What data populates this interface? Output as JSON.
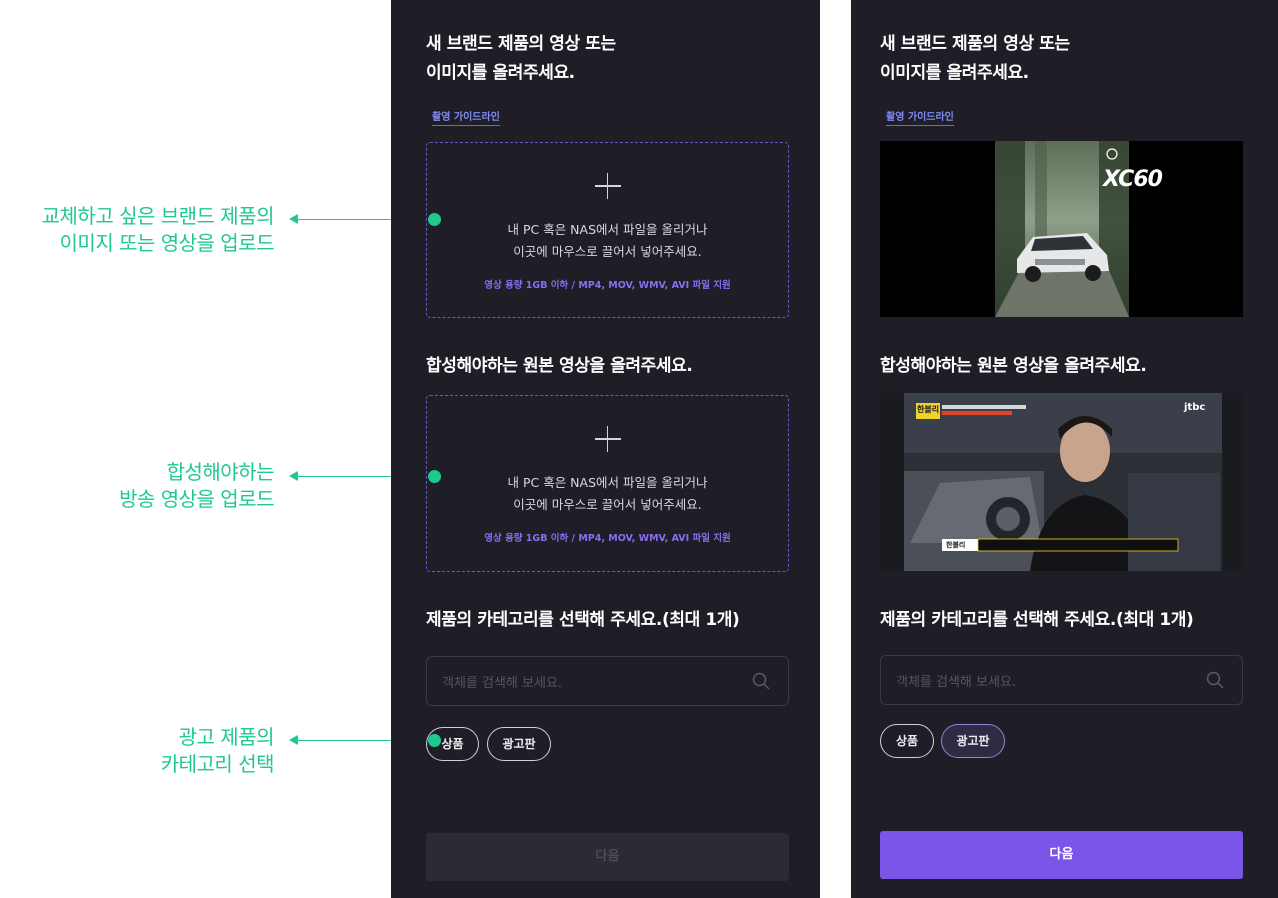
{
  "annotations": [
    {
      "lines": [
        "교체하고 싶은 브랜드 제품의",
        "이미지 또는 영상을 업로드"
      ]
    },
    {
      "lines": [
        "합성해야하는",
        "방송 영상을 업로드"
      ]
    },
    {
      "lines": [
        "광고 제품의",
        "카테고리 선택"
      ]
    }
  ],
  "form": {
    "title_brand_line1": "새 브랜드 제품의 영상 또는",
    "title_brand_line2": "이미지를 올려주세요.",
    "guide_link": "촬영 가이드라인",
    "upload_line1": "내 PC 혹은 NAS에서 파일을 올리거나",
    "upload_line2": "이곳에 마우스로 끌어서 넣어주세요.",
    "upload_spec": "영상 용량 1GB 이하 / MP4, MOV, WMV, AVI 파일 지원",
    "title_source": "합성해야하는 원본 영상을 올려주세요.",
    "title_category": "제품의 카테고리를 선택해 주세요.(최대 1개)",
    "search_placeholder": "객체를 검색해 보세요.",
    "chips": [
      "상품",
      "광고판"
    ],
    "next_label": "다음"
  },
  "preview_media": {
    "car_overlay_text": "XC60",
    "broadcast_logo_text": "jtbc",
    "broadcast_show_text": "한블리",
    "broadcast_caption": "한블리"
  },
  "colors": {
    "panel_bg": "#1f1e27",
    "annotation_green": "#1fc98e",
    "accent_purple": "#7b55e8",
    "guide_blue": "#7f8cf5"
  }
}
